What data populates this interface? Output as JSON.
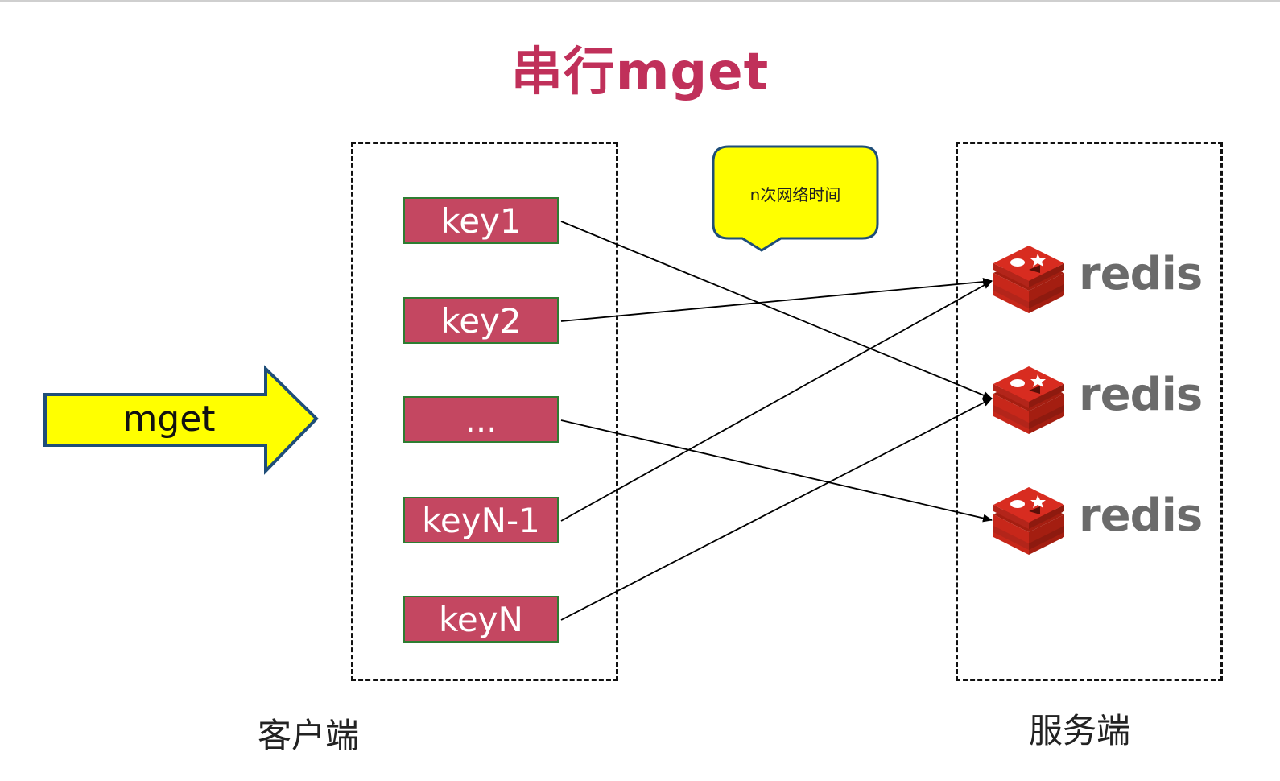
{
  "title": "串行mget",
  "mget_label": "mget",
  "callout": "n次网络时间",
  "client_keys": [
    "key1",
    "key2",
    "...",
    "keyN-1",
    "keyN"
  ],
  "server_nodes": [
    "redis",
    "redis",
    "redis"
  ],
  "client_label": "客户端",
  "server_label": "服务端",
  "colors": {
    "title": "#c0305a",
    "key_fill": "#c44761",
    "key_border": "#2e7d32",
    "arrow_fill": "#ffff00",
    "arrow_border": "#1f4e79",
    "callout_fill": "#ffff00",
    "redis_logo": "#d82c20",
    "redis_text": "#6b6b6b"
  },
  "connections": [
    {
      "from": "key1",
      "to_node": 2
    },
    {
      "from": "key2",
      "to_node": 1
    },
    {
      "from": "...",
      "to_node": 3
    },
    {
      "from": "keyN-1",
      "to_node": 1
    },
    {
      "from": "keyN",
      "to_node": 2
    }
  ]
}
